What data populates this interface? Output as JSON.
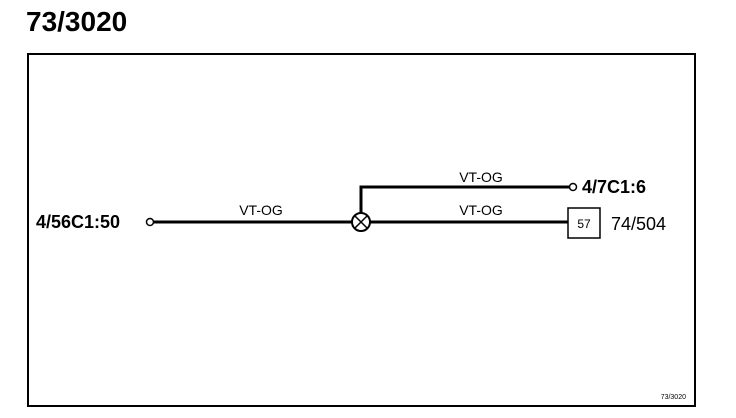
{
  "title": "73/3020",
  "diagram": {
    "left_connector": "4/56C1:50",
    "right_top_connector": "4/7C1:6",
    "box_number": "57",
    "box_ref": "74/504",
    "wire_main": "VT-OG",
    "wire_upper": "VT-OG",
    "wire_lower": "VT-OG",
    "corner_ref": "73/3020"
  },
  "colors": {
    "line": "#000000",
    "background": "#ffffff"
  }
}
